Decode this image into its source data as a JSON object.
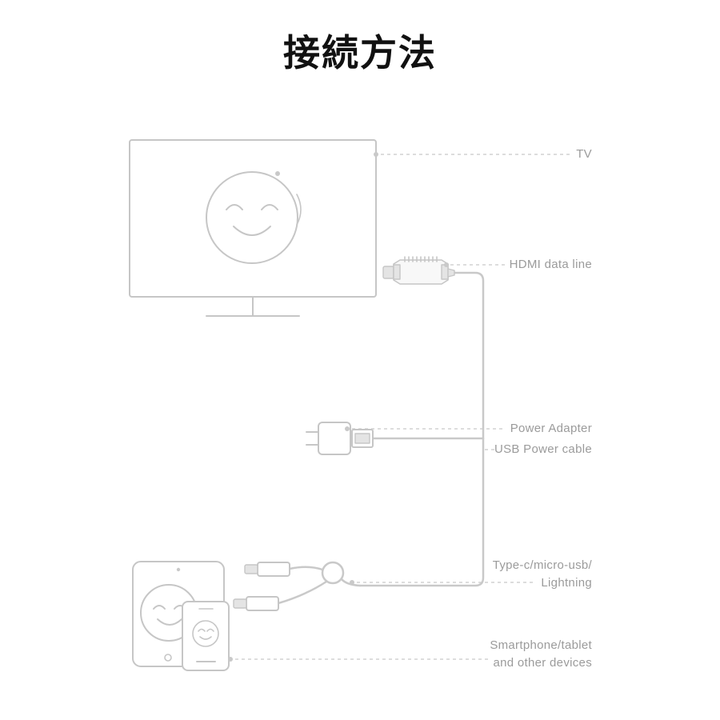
{
  "title": "接続方法",
  "labels": {
    "tv": "TV",
    "hdmi": "HDMI data line",
    "power_adapter": "Power Adapter",
    "usb_cable": "USB Power cable",
    "connector_line1": "Type-c/micro-usb/",
    "connector_line2": "Lightning",
    "device_line1": "Smartphone/tablet",
    "device_line2": "and other devices"
  },
  "colors": {
    "title": "#111111",
    "label": "#9b9b9b",
    "line": "#c6c6c6",
    "cable": "#c9c9c9",
    "leader": "#d2d2d2"
  }
}
